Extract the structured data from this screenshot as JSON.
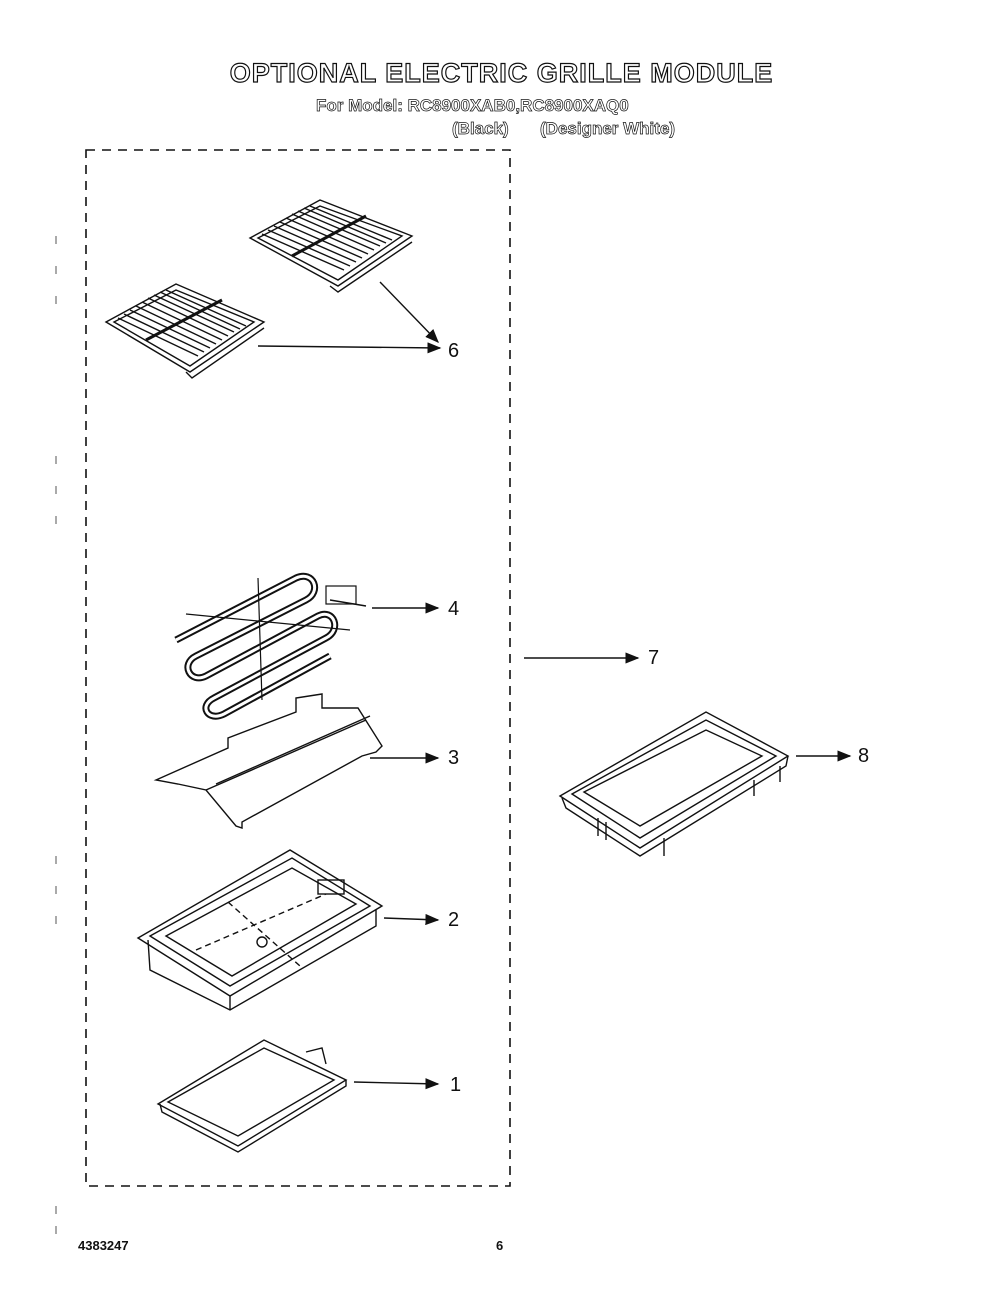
{
  "header": {
    "title": "OPTIONAL ELECTRIC GRILLE MODULE",
    "subtitle": "For Model: RC8900XAB0,RC8900XAQ0",
    "variant_black": "(Black)",
    "variant_white": "(Designer White)"
  },
  "callouts": {
    "grille": "6",
    "element": "4",
    "module": "7",
    "reflector": "3",
    "tray_liner": "8",
    "pan": "2",
    "drip_tray": "1"
  },
  "footer": {
    "doc_number": "4383247",
    "page_number": "6"
  }
}
